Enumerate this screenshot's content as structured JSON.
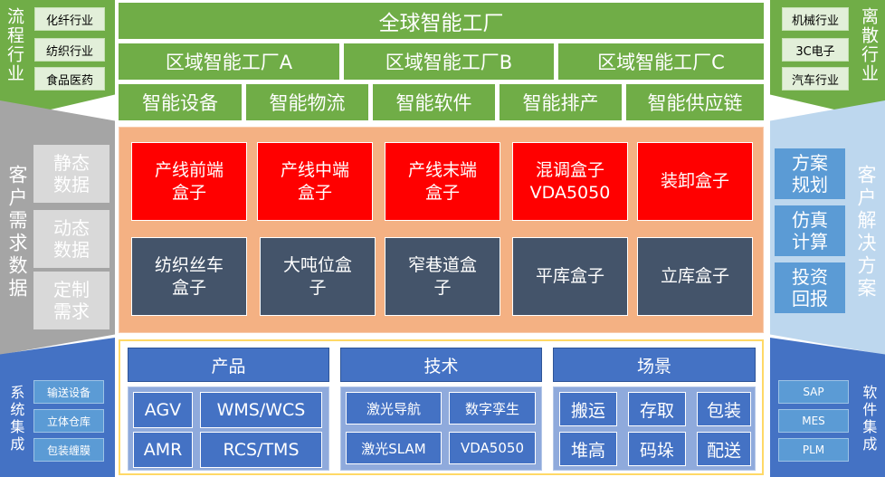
{
  "top": {
    "title": "全球智能工厂",
    "regions": [
      "区域智能工厂A",
      "区域智能工厂B",
      "区域智能工厂C"
    ],
    "modules": [
      "智能设备",
      "智能物流",
      "智能软件",
      "智能排产",
      "智能供应链"
    ]
  },
  "left_top": {
    "label": "流程行业",
    "items": [
      "化纤行业",
      "纺织行业",
      "食品医药"
    ]
  },
  "left_mid": {
    "label": "客户需求数据",
    "items": [
      "静态\n数据",
      "动态\n数据",
      "定制\n需求"
    ]
  },
  "left_bottom": {
    "label": "系统集成",
    "items": [
      "输送设备",
      "立体仓库",
      "包装缠膜"
    ]
  },
  "right_top": {
    "label": "离散行业",
    "items": [
      "机械行业",
      "3C电子",
      "汽车行业"
    ]
  },
  "right_mid": {
    "label": "客户解决方案",
    "items": [
      "方案\n规划",
      "仿真\n计算",
      "投资\n回报"
    ]
  },
  "right_bottom": {
    "label": "软件集成",
    "items": [
      "SAP",
      "MES",
      "PLM"
    ]
  },
  "boxes_red": [
    "产线前端\n盒子",
    "产线中端\n盒子",
    "产线末端\n盒子",
    "混调盒子\nVDA5050",
    "装卸盒子"
  ],
  "boxes_dark": [
    "纺织丝车\n盒子",
    "大吨位盒\n子",
    "窄巷道盒\n子",
    "平库盒子",
    "立库盒子"
  ],
  "bottom": {
    "product": {
      "title": "产品",
      "items": [
        "AGV",
        "WMS/WCS",
        "AMR",
        "RCS/TMS"
      ]
    },
    "tech": {
      "title": "技术",
      "items": [
        "激光导航",
        "数字孪生",
        "激光SLAM",
        "VDA5050"
      ]
    },
    "scene": {
      "title": "场景",
      "items": [
        "搬运",
        "存取",
        "包装",
        "堆高",
        "码垛",
        "配送"
      ]
    }
  },
  "colors": {
    "green": "#70ad47",
    "gray": "#a5a5a5",
    "blue": "#4472c4",
    "salmon": "#f4b183",
    "red": "#ff0000",
    "dark": "#44546a",
    "gold": "#ffd966"
  }
}
